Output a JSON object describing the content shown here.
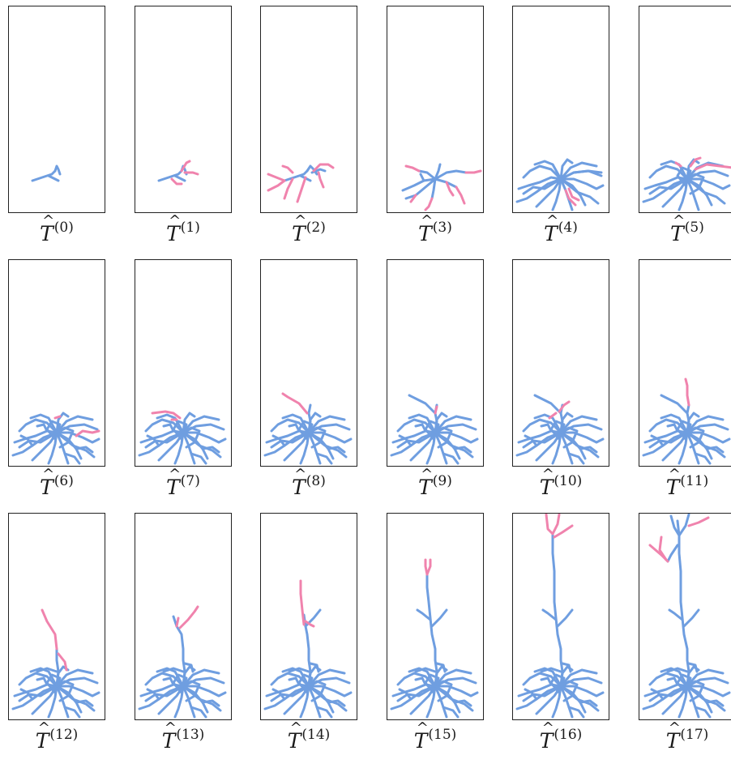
{
  "figure": {
    "base_symbol": "T",
    "colors": {
      "tree": "#6f9ee0",
      "new_branch": "#f083ad",
      "frame": "#222222"
    },
    "panels": [
      {
        "label": "(0)"
      },
      {
        "label": "(1)"
      },
      {
        "label": "(2)"
      },
      {
        "label": "(3)"
      },
      {
        "label": "(4)"
      },
      {
        "label": "(5)"
      },
      {
        "label": "(6)"
      },
      {
        "label": "(7)"
      },
      {
        "label": "(8)"
      },
      {
        "label": "(9)"
      },
      {
        "label": "(10)"
      },
      {
        "label": "(11)"
      },
      {
        "label": "(12)"
      },
      {
        "label": "(13)"
      },
      {
        "label": "(14)"
      },
      {
        "label": "(15)"
      },
      {
        "label": "(16)"
      },
      {
        "label": "(17)"
      }
    ]
  }
}
